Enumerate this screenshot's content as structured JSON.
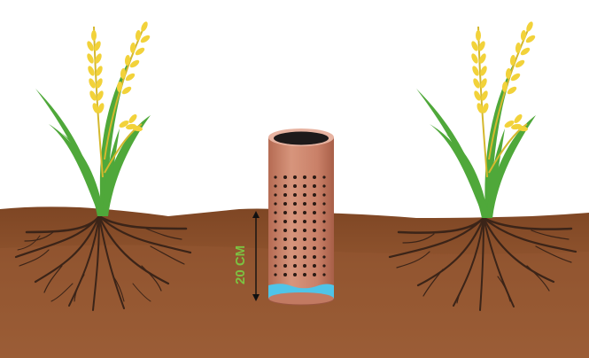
{
  "depth_label": "20 CM",
  "colors": {
    "background": "#ffffff",
    "soil_top": "#8a4f2a",
    "soil_bottom": "#9a5a33",
    "roots": "#3b2418",
    "leaf_green": "#4fa83a",
    "grain_yellow": "#f2d23a",
    "pipe": "#c8826a",
    "pipe_rim": "#e7b3a1",
    "holes": "#2a1a14",
    "water": "#4fc4e8",
    "label_green": "#7cc242"
  },
  "icons": [
    "rice-plant-left",
    "rice-plant-right",
    "perforated-pipe",
    "depth-arrow"
  ]
}
